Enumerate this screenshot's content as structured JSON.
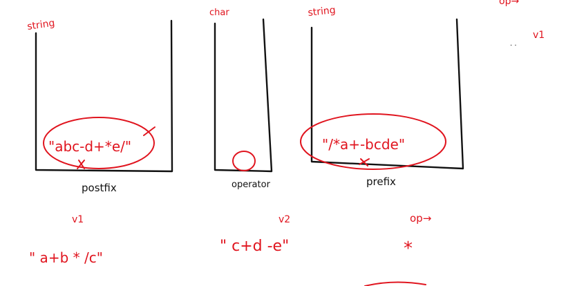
{
  "colors": {
    "ink": "#111111",
    "accent": "#e0141e",
    "background": "#ffffff"
  },
  "stacks": [
    {
      "type_label": "string",
      "content": "\"abc-d+*e/\"",
      "caption": "postfix"
    },
    {
      "type_label": "char",
      "content": "",
      "caption": "operator"
    },
    {
      "type_label": "string",
      "content": "\"/*a+-bcde\"",
      "caption": "prefix"
    }
  ],
  "variables": {
    "v1_label": "v1",
    "v2_label": "v2",
    "op_label": "op→",
    "v1_value": "\" a+b * /c\"",
    "v2_value": "\" c+d -e\"",
    "op_value": "*"
  },
  "corner": {
    "top_right_text": "op→",
    "v1_small": "v1",
    "dots": ". ."
  }
}
